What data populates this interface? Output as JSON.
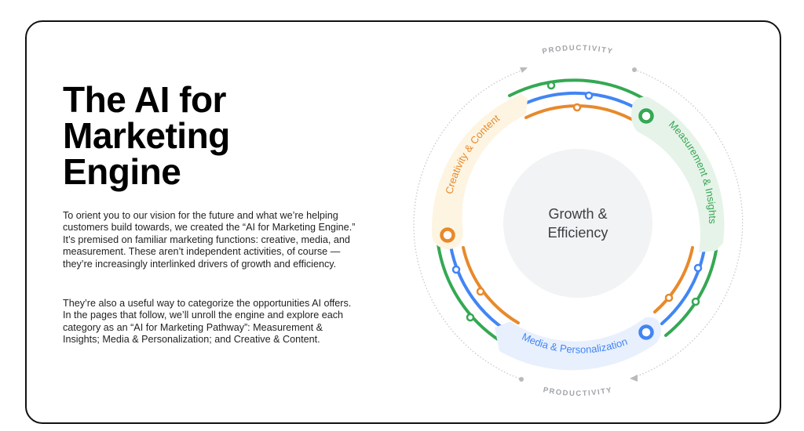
{
  "page": {
    "title": "The AI for Marketing Engine",
    "title_lines": [
      "The AI for",
      "Marketing",
      "Engine"
    ],
    "paragraphs": [
      "To orient you to our vision for the future and what we’re helping customers build towards, we created the “AI for Marketing Engine.” It’s premised on familiar marketing functions: creative, media, and measurement. These aren’t independent activities, of course — they’re increasingly interlinked drivers of growth and efficiency.",
      "They’re also a useful way to categorize the opportunities AI offers. In the pages that follow, we’ll unroll the engine and explore each category as an “AI for Marketing Pathway”: Measurement & Insights; Media & Personalization; and Creative & Content."
    ]
  },
  "diagram": {
    "center_label_lines": [
      "Growth &",
      "Efficiency"
    ],
    "outer_ring_label_top": "PRODUCTIVITY",
    "outer_ring_label_bottom": "PRODUCTIVITY",
    "segments": [
      {
        "label": "Creativity & Content",
        "color": "#e8892b",
        "band_color": "#fdf5e2"
      },
      {
        "label": "Measurement & Insights",
        "color": "#34a853",
        "band_color": "#e6f3e9"
      },
      {
        "label": "Media & Personalization",
        "color": "#4285f4",
        "band_color": "#e8f0fe"
      }
    ],
    "tracks": [
      {
        "name": "green",
        "color": "#34a853"
      },
      {
        "name": "blue",
        "color": "#4285f4"
      },
      {
        "name": "orange",
        "color": "#e8892b"
      }
    ],
    "center_fill": "#f1f3f4",
    "ring_dots_color": "#bdbfc2"
  }
}
